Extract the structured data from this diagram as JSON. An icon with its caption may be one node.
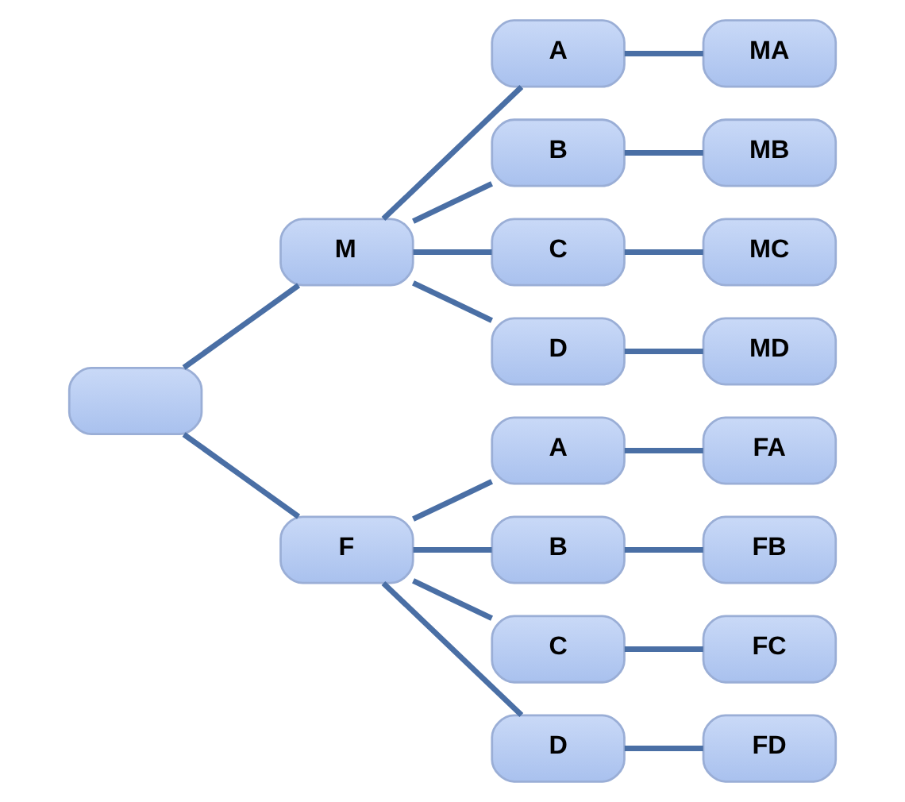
{
  "diagram": {
    "nodes": [
      {
        "text": [],
        "shape": "box"
      },
      {
        "text": [
          "M"
        ]
      },
      {
        "text": [
          "F"
        ]
      },
      {
        "text": [
          "A"
        ]
      },
      {
        "text": [
          "B"
        ]
      },
      {
        "text": [
          "C"
        ]
      },
      {
        "text": [
          "D"
        ]
      },
      {
        "text": [
          "A"
        ]
      },
      {
        "text": [
          "B"
        ]
      },
      {
        "text": [
          "C"
        ]
      },
      {
        "text": [
          "D"
        ]
      },
      {
        "text": [
          "MA"
        ]
      },
      {
        "text": [
          "MB"
        ]
      },
      {
        "text": [
          "MC"
        ]
      },
      {
        "text": [
          "MD"
        ]
      },
      {
        "text": [
          "FA"
        ]
      },
      {
        "text": [
          "FB"
        ]
      },
      {
        "text": [
          "FC"
        ]
      },
      {
        "text": [
          "FD"
        ]
      }
    ],
    "edges": [
      {
        "from": 0,
        "to": 1,
        "arrow": "none"
      },
      {
        "from": 0,
        "to": 2,
        "arrow": "none"
      },
      {
        "from": 1,
        "to": 3,
        "arrow": "none"
      },
      {
        "from": 1,
        "to": 4,
        "arrow": "none"
      },
      {
        "from": 1,
        "to": 5,
        "arrow": "none"
      },
      {
        "from": 1,
        "to": 6,
        "arrow": "none"
      },
      {
        "from": 2,
        "to": 7,
        "arrow": "none"
      },
      {
        "from": 2,
        "to": 8,
        "arrow": "none"
      },
      {
        "from": 2,
        "to": 9,
        "arrow": "none"
      },
      {
        "from": 2,
        "to": 10,
        "arrow": "none"
      },
      {
        "from": 3,
        "to": 11,
        "arrow": "none"
      },
      {
        "from": 4,
        "to": 12,
        "arrow": "none"
      },
      {
        "from": 5,
        "to": 13,
        "arrow": "none"
      },
      {
        "from": 6,
        "to": 14,
        "arrow": "none"
      },
      {
        "from": 7,
        "to": 15,
        "arrow": "none"
      },
      {
        "from": 8,
        "to": 16,
        "arrow": "none"
      },
      {
        "from": 9,
        "to": 17,
        "arrow": "none"
      },
      {
        "from": 10,
        "to": 18,
        "arrow": "none"
      }
    ]
  }
}
